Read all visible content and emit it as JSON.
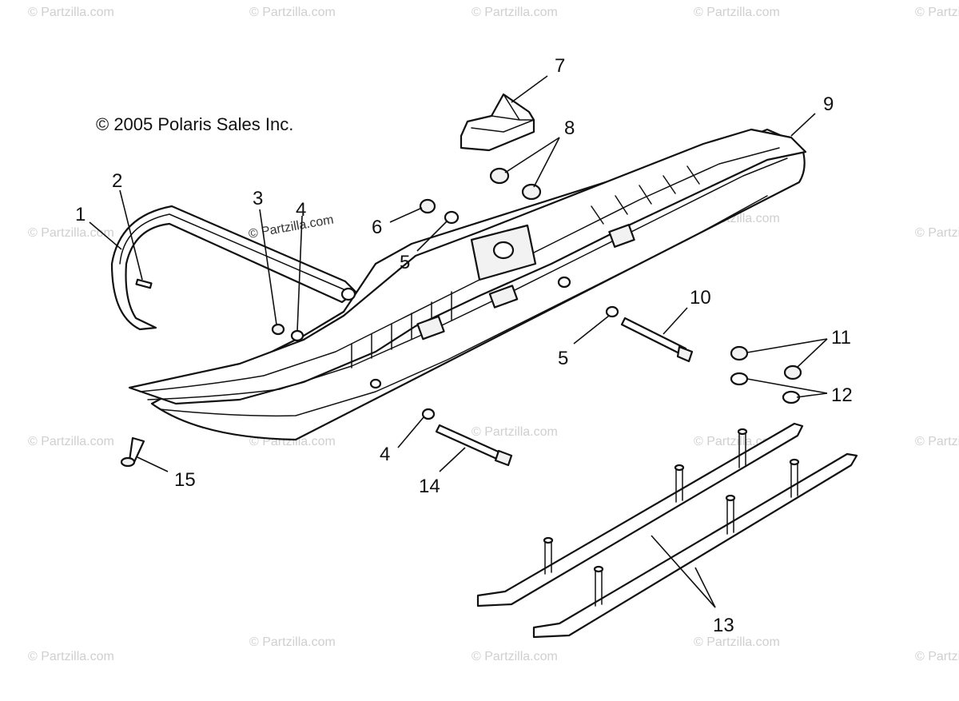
{
  "copyright": "© 2005 Polaris Sales Inc.",
  "watermark": "© Partzilla.com",
  "callouts": {
    "c1": "1",
    "c2": "2",
    "c3": "3",
    "c4a": "4",
    "c4b": "4",
    "c5a": "5",
    "c5b": "5",
    "c6": "6",
    "c7": "7",
    "c8": "8",
    "c9": "9",
    "c10": "10",
    "c11": "11",
    "c12": "12",
    "c13": "13",
    "c14": "14",
    "c15": "15"
  }
}
